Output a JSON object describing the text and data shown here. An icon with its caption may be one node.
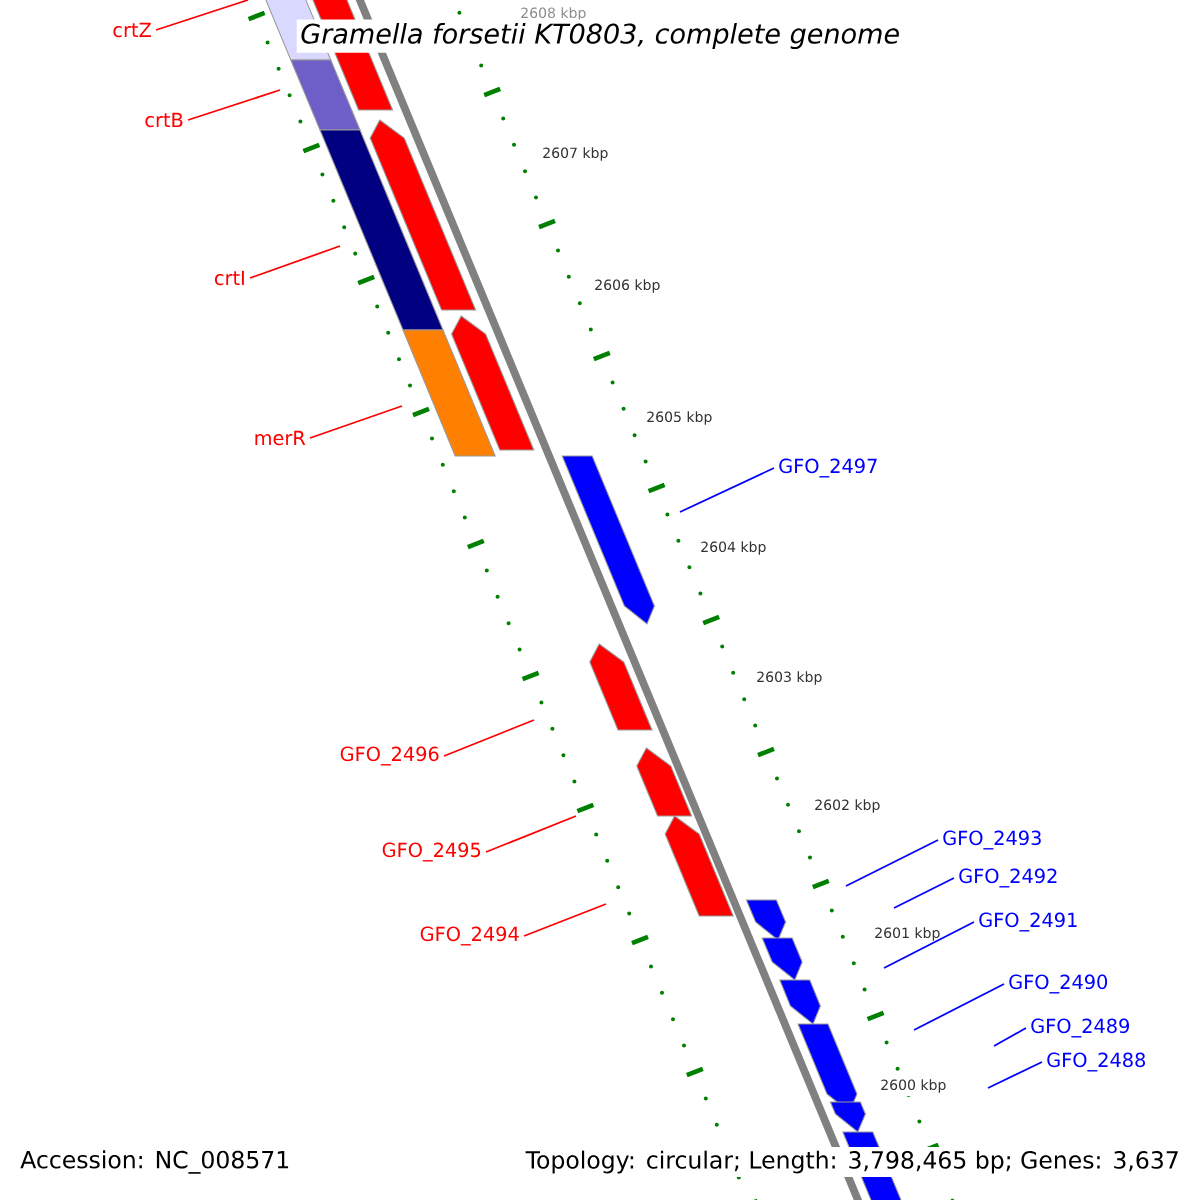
{
  "diagram": {
    "title": "Gramella forsetii KT0803, complete genome",
    "nodes": [
      {
        "text": [
          "crtZ"
        ]
      },
      {
        "text": [
          "crtB"
        ]
      },
      {
        "text": [
          "crtI"
        ]
      },
      {
        "text": [
          "merR"
        ]
      },
      {
        "text": [
          "GFO_2497"
        ]
      },
      {
        "text": [
          "GFO_2496"
        ]
      },
      {
        "text": [
          "GFO_2495"
        ]
      },
      {
        "text": [
          "GFO_2494"
        ]
      },
      {
        "text": [
          "GFO_2493"
        ]
      },
      {
        "text": [
          "GFO_2492"
        ]
      },
      {
        "text": [
          "GFO_2491"
        ]
      },
      {
        "text": [
          "GFO_2490"
        ]
      },
      {
        "text": [
          "GFO_2489"
        ]
      },
      {
        "text": [
          "GFO_2488"
        ]
      }
    ],
    "edges": [
      {
        "from": 0,
        "to": null,
        "arrow": "none",
        "color": "#ff0000"
      },
      {
        "from": 1,
        "to": null,
        "arrow": "none",
        "color": "#ff0000"
      },
      {
        "from": 2,
        "to": null,
        "arrow": "none",
        "color": "#ff0000"
      },
      {
        "from": 3,
        "to": null,
        "arrow": "none",
        "color": "#ff0000"
      },
      {
        "from": 4,
        "to": null,
        "arrow": "none",
        "color": "#0000ff"
      },
      {
        "from": 5,
        "to": null,
        "arrow": "none",
        "color": "#ff0000"
      },
      {
        "from": 6,
        "to": null,
        "arrow": "none",
        "color": "#ff0000"
      },
      {
        "from": 7,
        "to": null,
        "arrow": "none",
        "color": "#ff0000"
      },
      {
        "from": 8,
        "to": null,
        "arrow": "none",
        "color": "#0000ff"
      },
      {
        "from": 9,
        "to": null,
        "arrow": "none",
        "color": "#0000ff"
      },
      {
        "from": 10,
        "to": null,
        "arrow": "none",
        "color": "#0000ff"
      },
      {
        "from": 11,
        "to": null,
        "arrow": "none",
        "color": "#0000ff"
      },
      {
        "from": 12,
        "to": null,
        "arrow": "none",
        "color": "#0000ff"
      },
      {
        "from": 13,
        "to": null,
        "arrow": "none",
        "color": "#0000ff"
      }
    ],
    "labels": [
      "2608 kbp",
      "2607 kbp",
      "2606 kbp",
      "2605 kbp",
      "2604 kbp",
      "2603 kbp",
      "2602 kbp",
      "2601 kbp",
      "2600 kbp",
      "Accession: NC_008571",
      "Topology: circular; Length: 3,798,465 bp; Genes: 3,637"
    ]
  }
}
